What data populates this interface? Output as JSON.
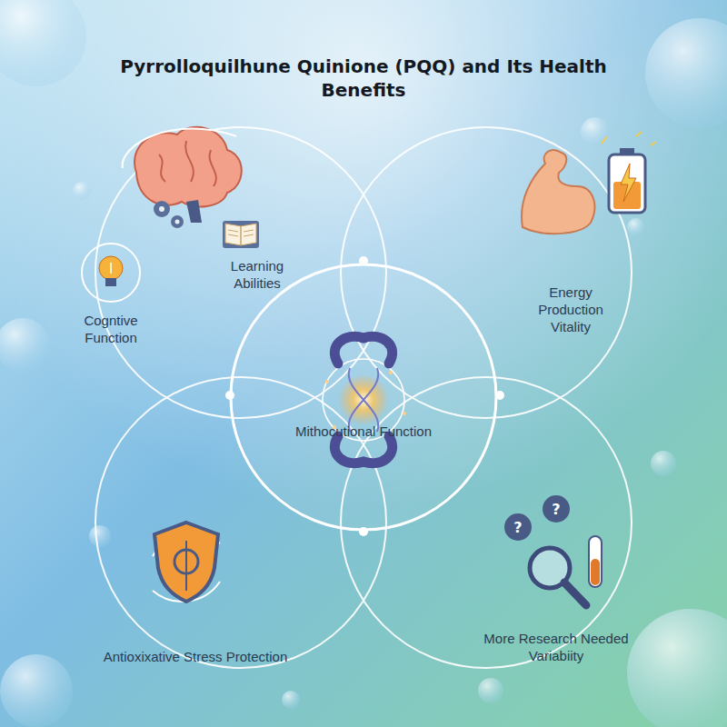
{
  "diagram": {
    "title": "Pyrrolloquilhune Quinione (PQQ) and Its Health Benefits",
    "nodes": [
      {
        "text": [
          "Cogntive Function"
        ]
      },
      {
        "text": [
          "Learning Abilities"
        ]
      },
      {
        "text": [
          "Energy Production Vitality"
        ]
      },
      {
        "text": [
          "Mithocutional Function"
        ]
      },
      {
        "text": [
          "Antioxixative Stress Protection"
        ]
      },
      {
        "text": [
          "More Research Needed Variabiity"
        ]
      }
    ]
  }
}
